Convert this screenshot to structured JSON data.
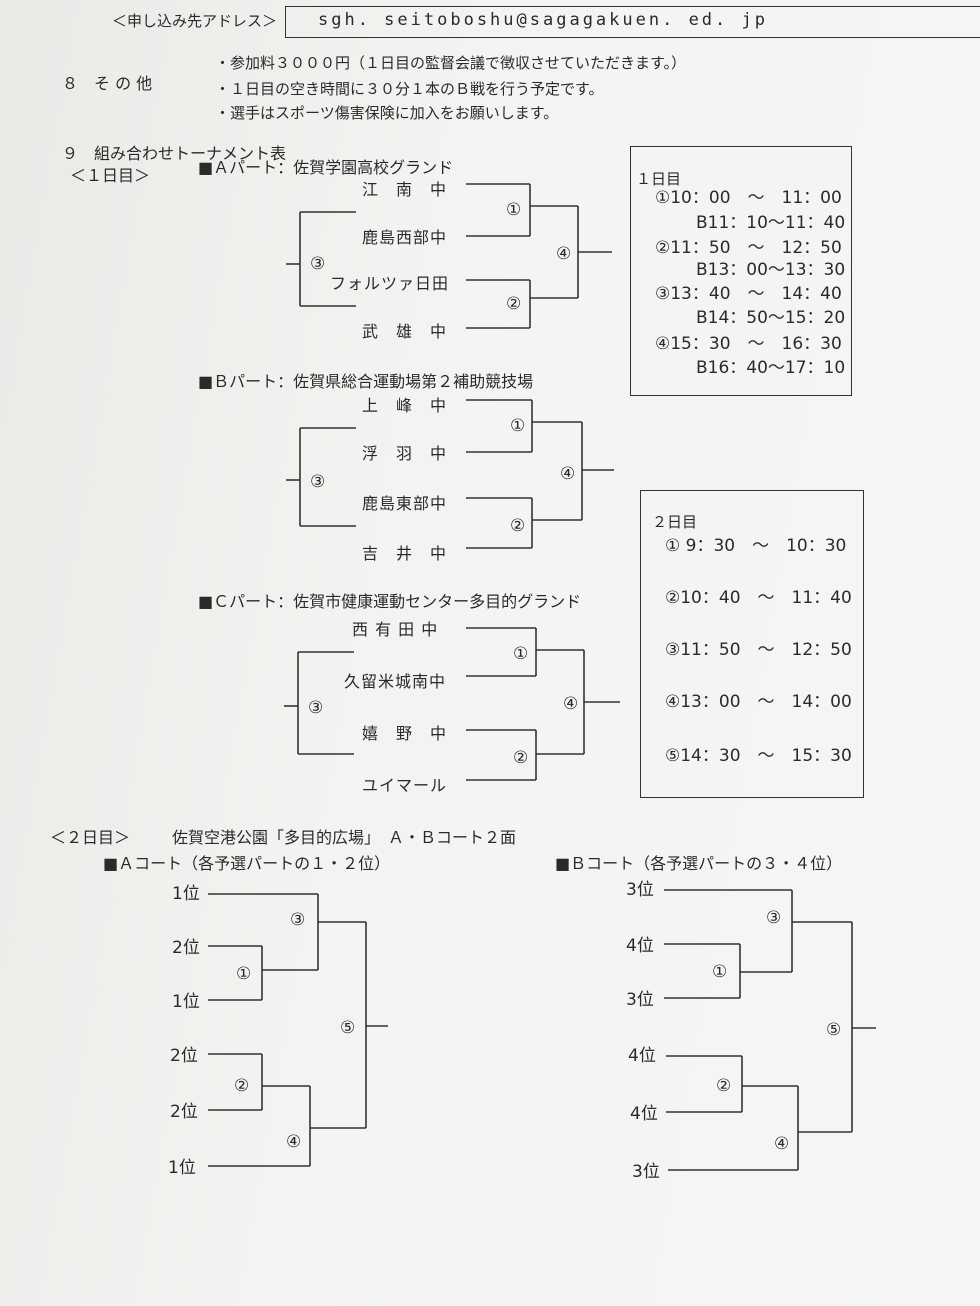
{
  "header": {
    "address_label": "＜申し込み先アドレス＞",
    "address_value": "sgh. seitoboshu@sagagakuen. ed. jp"
  },
  "section8": {
    "label": "８　そ の 他",
    "items": [
      "・参加料３０００円（１日目の監督会議で徴収させていただきます。）",
      "・１日目の空き時間に３０分１本のＢ戦を行う予定です。",
      "・選手はスポーツ傷害保険に加入をお願いします。"
    ]
  },
  "section9": {
    "label": "９　組み合わせトーナメント表",
    "day1_label": "＜１日目＞"
  },
  "partA": {
    "title": "■Ａパート：佐賀学園高校グランド",
    "teams": [
      "江　南　中",
      "鹿島西部中",
      "フォルツァ日田",
      "武　雄　中"
    ]
  },
  "partB": {
    "title": "■Ｂパート：佐賀県総合運動場第２補助競技場",
    "teams": [
      "上　峰　中",
      "浮　羽　中",
      "鹿島東部中",
      "吉　井　中"
    ]
  },
  "partC": {
    "title": "■Ｃパート：佐賀市健康運動センター多目的グランド",
    "teams": [
      "西 有 田 中",
      "久留米城南中",
      "嬉　野　中",
      "ユイマール"
    ]
  },
  "match_marks": [
    "①",
    "②",
    "③",
    "④",
    "⑤"
  ],
  "schedule_day1": {
    "title": "１日目",
    "rows": [
      "①10：00　～　11：00",
      "B11：10～11：40",
      "②11：50　～　12：50",
      "B13：00～13：30",
      "③13：40　～　14：40",
      "B14：50～15：20",
      "④15：30　～　16：30",
      "B16：40～17：10"
    ]
  },
  "schedule_day2": {
    "title": "２日目",
    "rows": [
      "① 9：30　～　10：30",
      "②10：40　～　11：40",
      "③11：50　～　12：50",
      "④13：00　～　14：00",
      "⑤14：30　～　15：30"
    ]
  },
  "day2": {
    "label": "＜２日目＞",
    "venue": "佐賀空港公園「多目的広場」　Ａ・Ｂコート２面",
    "courtA": {
      "title": "■Ａコート（各予選パートの１・２位）",
      "seeds": [
        "1位",
        "2位",
        "1位",
        "2位",
        "2位",
        "1位"
      ]
    },
    "courtB": {
      "title": "■Ｂコート（各予選パートの３・４位）",
      "seeds": [
        "3位",
        "4位",
        "3位",
        "4位",
        "4位",
        "3位"
      ]
    }
  }
}
